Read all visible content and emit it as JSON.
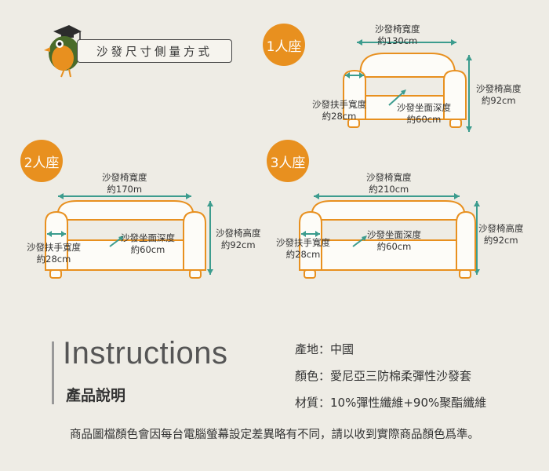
{
  "header": {
    "title": "沙發尺寸側量方式"
  },
  "diagrams": {
    "one": {
      "badge": "1人座",
      "width_label": "沙發椅寬度",
      "width_value": "約130cm",
      "height_label": "沙發椅高度",
      "height_value": "約92cm",
      "arm_label": "沙發扶手寬度",
      "arm_value": "約28cm",
      "depth_label": "沙發坐面深度",
      "depth_value": "約60cm"
    },
    "two": {
      "badge": "2人座",
      "width_label": "沙發椅寬度",
      "width_value": "約170m",
      "height_label": "沙發椅高度",
      "height_value": "約92cm",
      "arm_label": "沙發扶手寬度",
      "arm_value": "約28cm",
      "depth_label": "沙發坐面深度",
      "depth_value": "約60cm"
    },
    "three": {
      "badge": "3人座",
      "width_label": "沙發椅寬度",
      "width_value": "約210cm",
      "height_label": "沙發椅高度",
      "height_value": "約92cm",
      "arm_label": "沙發扶手寬度",
      "arm_value": "約28cm",
      "depth_label": "沙發坐面深度",
      "depth_value": "約60cm"
    }
  },
  "instructions": {
    "title_en": "Instructions",
    "title_zh": "產品說明",
    "origin": "產地：中國",
    "color": "顏色：愛尼亞三防棉柔彈性沙發套",
    "material": "材質：10%彈性纖維+90%聚酯纖維"
  },
  "footer_note": "商品圖檔顏色會因每台電腦螢幕設定差異略有不同，請以收到實際商品顏色爲準。",
  "colors": {
    "accent": "#e8901f",
    "sofa_fill": "#fdfcf8",
    "sofa_stroke": "#e8901f",
    "arrow": "#3c9c8e",
    "bg": "#eeece5"
  }
}
